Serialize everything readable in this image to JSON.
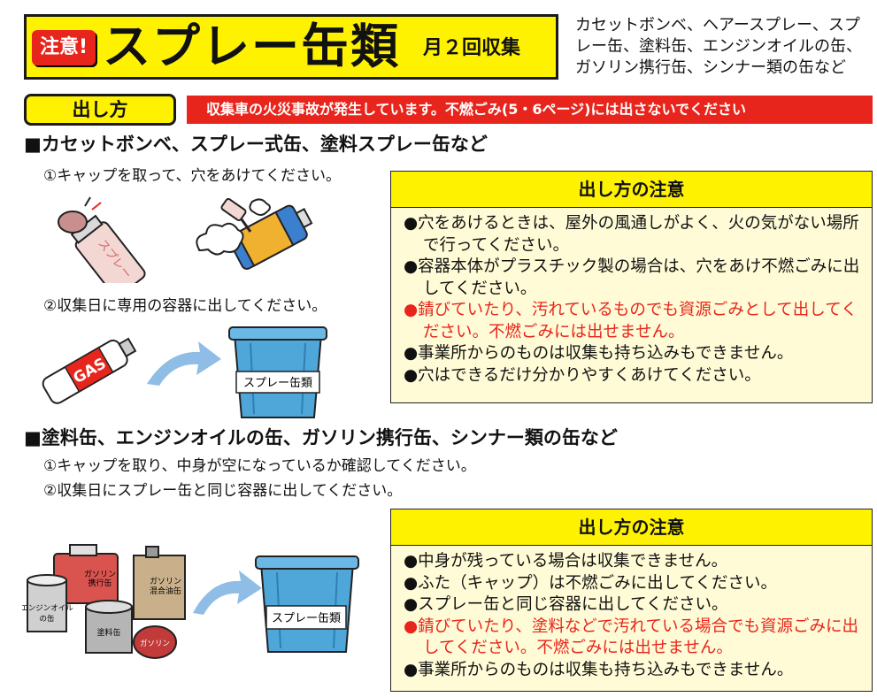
{
  "header": {
    "badge": "注意!",
    "title": "スプレー缶類",
    "frequency": "月２回収集",
    "targets": "カセットボンベ、ヘアースプレー、スプレー缶、塗料缶、エンジンオイルの缶、ガソリン携行缶、シンナー類の缶など"
  },
  "how_label": "出し方",
  "warning": "収集車の火災事故が発生しています。不燃ごみ(5・6ページ)には出さないでください",
  "section1": {
    "heading": "■カセットボンベ、スプレー式缶、塗料スプレー缶など",
    "step1": "①キャップを取って、穴をあけてください。",
    "step2": "②収集日に専用の容器に出してください。",
    "can_text": "スプレー",
    "gas_text": "GAS",
    "container_label": "スプレー缶類",
    "notes": {
      "title": "出し方の注意",
      "items": [
        {
          "text": "穴をあけるときは、屋外の風通しがよく、火の気がない場所で行ってください。",
          "red": false
        },
        {
          "text": "容器本体がプラスチック製の場合は、穴をあけ不燃ごみに出してください。",
          "red": false
        },
        {
          "text": "錆びていたり、汚れているものでも資源ごみとして出してください。不燃ごみには出せません。",
          "red": true
        },
        {
          "text": "事業所からのものは収集も持ち込みもできません。",
          "red": false
        },
        {
          "text": "穴はできるだけ分かりやすくあけてください。",
          "red": false
        }
      ]
    }
  },
  "section2": {
    "heading": "■塗料缶、エンジンオイルの缶、ガソリン携行缶、シンナー類の缶など",
    "step1": "①キャップを取り、中身が空になっているか確認してください。",
    "step2": "②収集日にスプレー缶と同じ容器に出してください。",
    "illustration_labels": {
      "gas_tank_1": "ガソリン",
      "gas_tank_2": "携行缶",
      "mix_can_1": "ガソリン",
      "mix_can_2": "混合油缶",
      "oil_can_1": "エンジンオイル",
      "oil_can_2": "の缶",
      "paint_can": "塗料缶",
      "gas_small": "ガソリン"
    },
    "container_label": "スプレー缶類",
    "notes": {
      "title": "出し方の注意",
      "items": [
        {
          "text": "中身が残っている場合は収集できません。",
          "red": false
        },
        {
          "text": "ふた（キャップ）は不燃ごみに出してください。",
          "red": false
        },
        {
          "text": "スプレー缶と同じ容器に出してください。",
          "red": false
        },
        {
          "text": "錆びていたり、塗料などで汚れている場合でも資源ごみに出してください。不燃ごみには出せません。",
          "red": true
        },
        {
          "text": "事業所からのものは収集も持ち込みもできません。",
          "red": false
        }
      ]
    }
  },
  "colors": {
    "yellow": "#fff200",
    "red": "#e8251c",
    "container_blue": "#4fa6d9",
    "arrow_blue": "#8fbde6"
  }
}
